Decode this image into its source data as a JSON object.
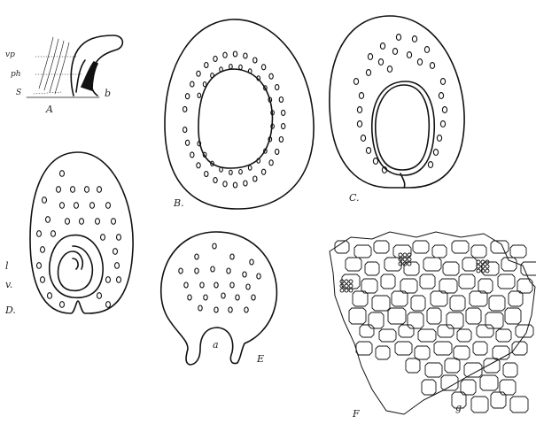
{
  "figure_labels": {
    "A": "A",
    "B": "B.",
    "C": "C.",
    "D": "D.",
    "E": "E",
    "F": "F",
    "vp": "vp",
    "ph": "ph",
    "S": "S",
    "b": "b",
    "l": "l",
    "v": "v.",
    "a": "a",
    "g": "g"
  }
}
